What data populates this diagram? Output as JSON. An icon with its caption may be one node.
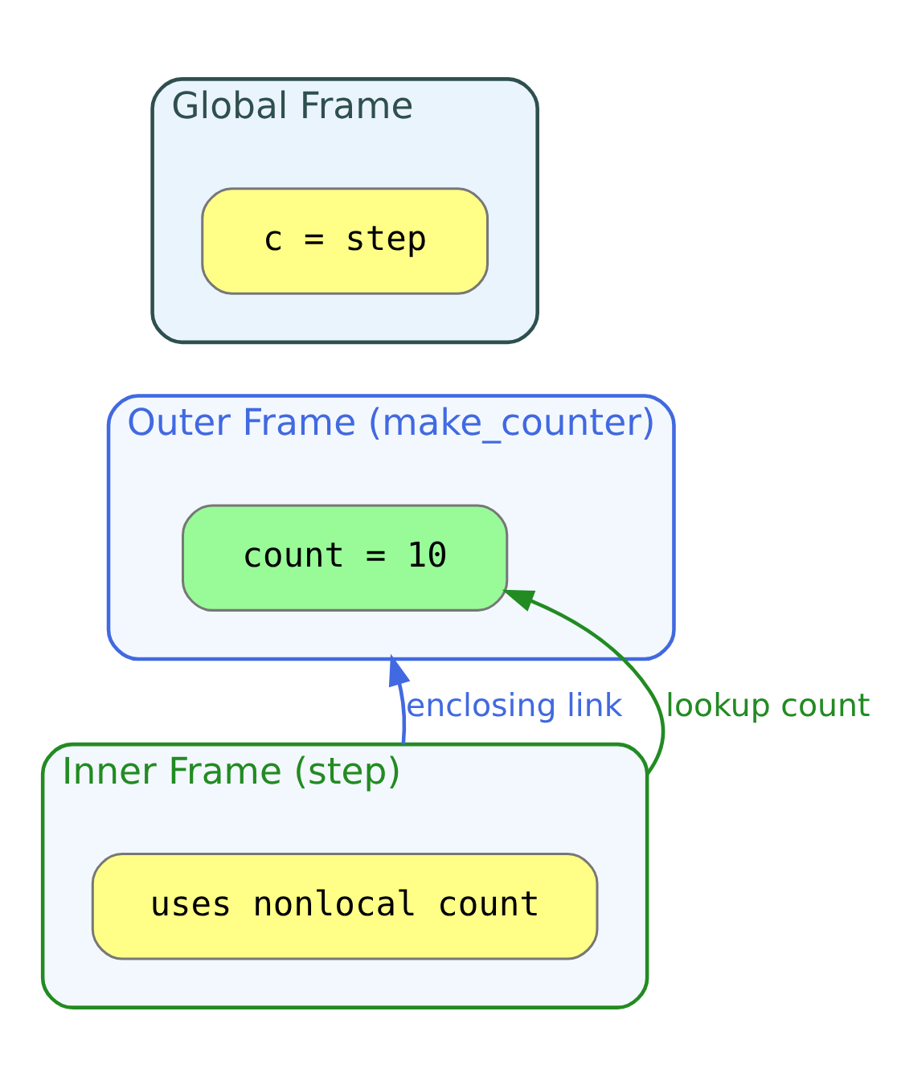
{
  "diagram": {
    "nodes": [
      {
        "text": [
          "Global Frame"
        ]
      },
      {
        "text": [
          "c = step"
        ],
        "in": 0
      },
      {
        "text": [
          "Outer Frame (make_counter)"
        ]
      },
      {
        "text": [
          "count = 10"
        ],
        "in": 2
      },
      {
        "text": [
          "Inner Frame (step)"
        ]
      },
      {
        "text": [
          "uses nonlocal count"
        ],
        "in": 4
      }
    ],
    "edges": [
      {
        "from": 4,
        "to": 2,
        "arrow": "to",
        "label": "enclosing link",
        "color": "#4169e1"
      },
      {
        "from": 4,
        "to": 3,
        "arrow": "to",
        "label": "lookup count",
        "color": "#228b22"
      }
    ]
  }
}
